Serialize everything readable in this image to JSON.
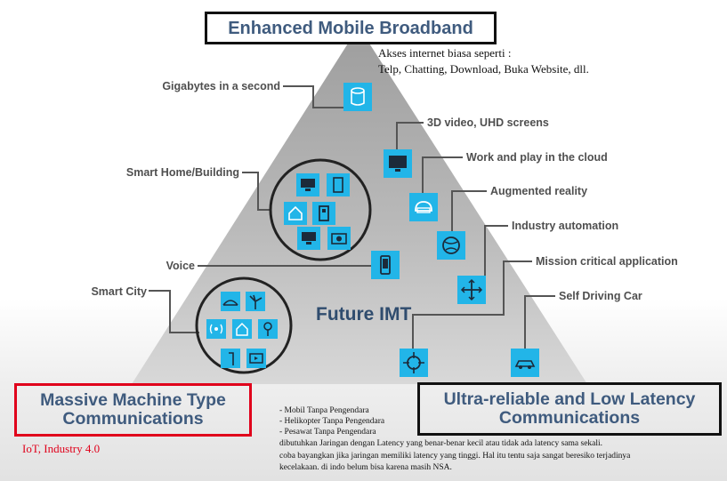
{
  "titles": {
    "embb": "Enhanced Mobile Broadband",
    "mmtc": "Massive Machine Type Communications",
    "urllc": "Ultra-reliable and Low Latency Communications",
    "center": "Future IMT"
  },
  "labels": {
    "gigabytes": "Gigabytes in a second",
    "smart_home": "Smart Home/Building",
    "voice": "Voice",
    "smart_city": "Smart City",
    "video_3d": "3D video, UHD screens",
    "cloud": "Work and play in the cloud",
    "ar": "Augmented reality",
    "industry": "Industry automation",
    "mission": "Mission critical  application",
    "driving": "Self Driving Car"
  },
  "notes": {
    "embb_line1": "Akses  internet  biasa  seperti  :",
    "embb_line2": "Telp,  Chatting,  Download,  Buka  Website,  dll.",
    "mmtc": "IoT,  Industry  4.0",
    "urllc_items": [
      "- Mobil Tanpa Pengendara",
      "- Helikopter Tanpa Pengendara",
      "- Pesawat Tanpa Pengendara"
    ],
    "urllc_desc": [
      "dibutuhkan Jaringan dengan Latency yang benar-benar kecil atau tidak ada latency sama sekali.",
      "coba bayangkan jika jaringan memiliki latency yang tinggi. Hal itu tentu saja sangat beresiko terjadinya",
      "kecelakaan. di indo belum bisa karena masih NSA."
    ]
  },
  "icons": {
    "gigabytes": "database-icon",
    "video": "monitor-icon",
    "cloud": "vr-headset-icon",
    "ar": "globe-icon",
    "industry": "crosshair-arrows-icon",
    "mission": "target-icon",
    "driving": "car-icon",
    "voice": "phone-icon",
    "home_group": [
      "tv-icon",
      "door-icon",
      "house-icon",
      "door-icon",
      "tv-icon",
      "camera-icon"
    ],
    "city_group": [
      "bridge-icon",
      "windmill-icon",
      "wifi-icon",
      "house-icon",
      "streetlight-icon",
      "streetlight-icon",
      "tv-icon"
    ]
  },
  "colors": {
    "icon_fill": "#22b5e8",
    "pyramid": "#b8b8b8",
    "title_text": "#3f5b7e",
    "mmtc_border": "#e0001b",
    "mmtc_note": "#e0001b",
    "box_border": "#111111"
  }
}
